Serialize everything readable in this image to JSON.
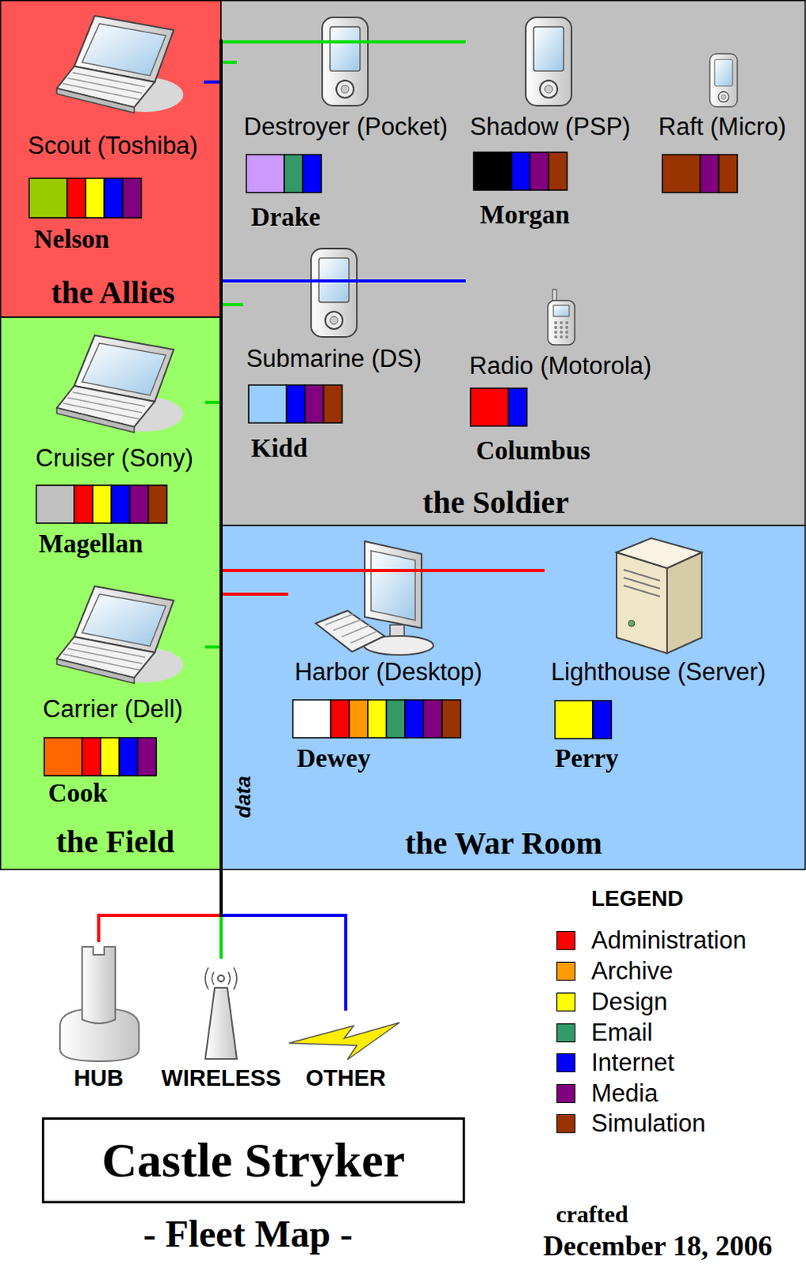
{
  "diagram": {
    "title": "Castle Stryker",
    "caption": "- Fleet Map -",
    "nodes": [
      {
        "text": [
          "the Allies"
        ]
      },
      {
        "text": [
          "Scout (Toshiba)",
          "Nelson"
        ],
        "in": 0
      },
      {
        "text": [
          "the Soldier"
        ]
      },
      {
        "text": [
          "Destroyer (Pocket)",
          "Drake"
        ],
        "in": 2
      },
      {
        "text": [
          "Shadow (PSP)",
          "Morgan"
        ],
        "in": 2
      },
      {
        "text": [
          "Raft (Micro)"
        ],
        "in": 2
      },
      {
        "text": [
          "Submarine (DS)",
          "Kidd"
        ],
        "in": 2
      },
      {
        "text": [
          "Radio (Motorola)",
          "Columbus"
        ],
        "in": 2
      },
      {
        "text": [
          "the Field"
        ]
      },
      {
        "text": [
          "Cruiser (Sony)",
          "Magellan"
        ],
        "in": 8
      },
      {
        "text": [
          "Carrier (Dell)",
          "Cook"
        ],
        "in": 8
      },
      {
        "text": [
          "the War Room"
        ]
      },
      {
        "text": [
          "Harbor (Desktop)",
          "Dewey"
        ],
        "in": 11
      },
      {
        "text": [
          "Lighthouse (Server)",
          "Perry"
        ],
        "in": 11
      },
      {
        "text": [
          "HUB"
        ]
      },
      {
        "text": [
          "WIRELESS"
        ]
      },
      {
        "text": [
          "OTHER"
        ]
      }
    ],
    "edges": [
      {
        "from": 1,
        "to": 16,
        "arrow": "none"
      },
      {
        "from": 3,
        "to": 15,
        "arrow": "none"
      },
      {
        "from": 4,
        "to": 15,
        "arrow": "none"
      },
      {
        "from": 6,
        "to": 15,
        "arrow": "none"
      },
      {
        "from": 7,
        "to": 16,
        "arrow": "none"
      },
      {
        "from": 9,
        "to": 15,
        "arrow": "none"
      },
      {
        "from": 10,
        "to": 15,
        "arrow": "none"
      },
      {
        "from": 12,
        "to": 14,
        "arrow": "none"
      },
      {
        "from": 13,
        "to": 14,
        "arrow": "none"
      }
    ],
    "labels": [
      "data",
      "LEGEND",
      "crafted",
      "December 18, 2006"
    ],
    "legend": [
      {
        "text": "Administration",
        "color": "#ff0000"
      },
      {
        "text": "Archive",
        "color": "#ff9900"
      },
      {
        "text": "Design",
        "color": "#ffff00"
      },
      {
        "text": "Email",
        "color": "#339966"
      },
      {
        "text": "Internet",
        "color": "#0000ff"
      },
      {
        "text": "Media",
        "color": "#800080"
      },
      {
        "text": "Simulation",
        "color": "#993300"
      }
    ]
  }
}
